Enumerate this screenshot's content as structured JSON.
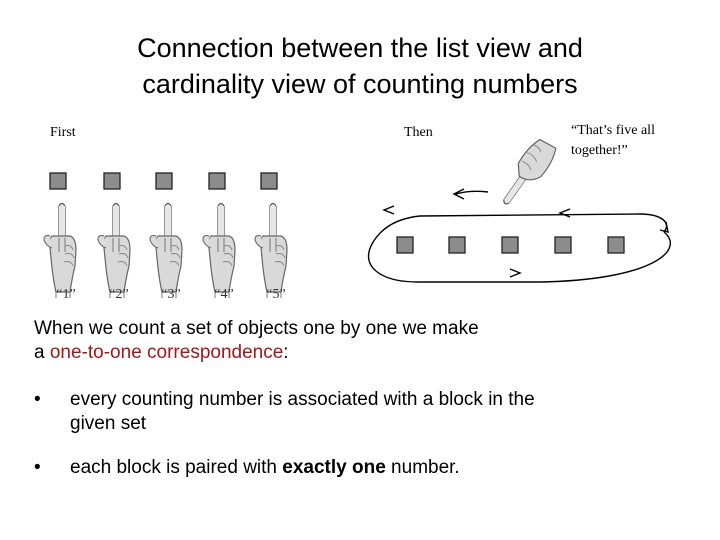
{
  "title": {
    "line1": "Connection between the list view and",
    "line2": "cardinality view of counting numbers"
  },
  "figure": {
    "left_label": "First",
    "right_label": "Then",
    "count_labels": [
      "“1”",
      "“2”",
      "“3”",
      "“4”",
      "“5”"
    ],
    "quote_line1": "“That’s five all",
    "quote_line2": "together!”"
  },
  "intro": {
    "line1": "When we count a set of objects one by one we make",
    "line2_prefix": "a ",
    "line2_highlight": "one-to-one correspondence",
    "line2_suffix": ":",
    "highlight_color": "#a0181a"
  },
  "bullets": {
    "symbol": "•",
    "item1_line1": "every counting number is associated with a block in the",
    "item1_line2": "given set",
    "item2_prefix": "each block is paired with ",
    "item2_bold": "exactly one",
    "item2_suffix": " number."
  }
}
